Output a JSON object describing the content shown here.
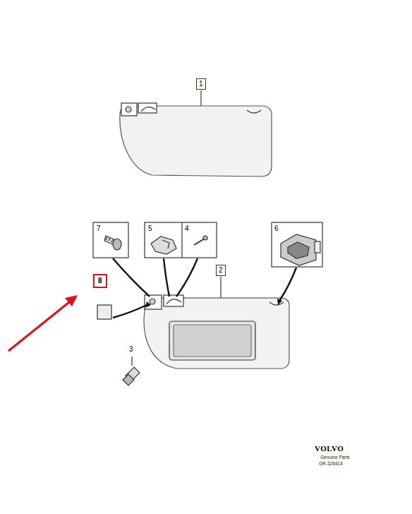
{
  "diagram": {
    "labels": [
      "1",
      "7",
      "5",
      "4",
      "6",
      "2",
      "8",
      "3",
      "VOLVO",
      "Genuine Parts",
      "GR-326414"
    ]
  }
}
